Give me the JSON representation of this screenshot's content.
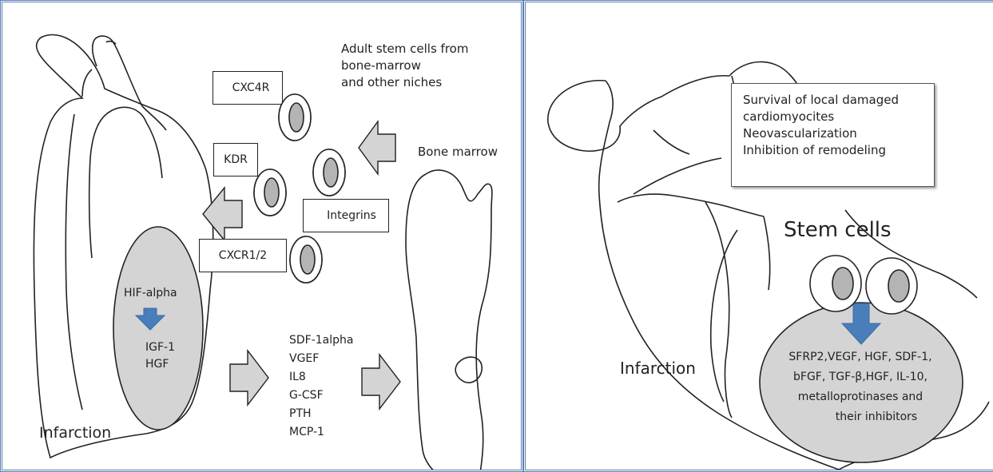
{
  "left_panel": {
    "receptors": {
      "cxc4r": "CXC4R",
      "kdr": "KDR",
      "integrins": "Integrins",
      "cxcr12": "CXCR1/2"
    },
    "adult_stem_cells": [
      "Adult stem cells from",
      "bone-marrow",
      "and other niches"
    ],
    "bone_marrow": "Bone marrow",
    "hif_alpha": "HIF-alpha",
    "infarct_factors": [
      "IGF-1",
      "HGF"
    ],
    "secreted_factors": [
      "SDF-1alpha",
      "VGEF",
      "IL8",
      "G-CSF",
      "PTH",
      "MCP-1"
    ],
    "infarction": "Infarction"
  },
  "right_panel": {
    "effects": [
      "Survival of local damaged",
      "cardiomyocites",
      "Neovascularization",
      "Inhibition of remodeling"
    ],
    "stem_cells": "Stem cells",
    "infarction": "Infarction",
    "paracrine_factors": [
      "SFRP2,VEGF, HGF, SDF-1,",
      "bFGF, TGF-β,HGF, IL-10,",
      "metalloprotinases and",
      "their inhibitors"
    ]
  },
  "colors": {
    "frame": "#5b7fb4",
    "infarct_fill": "#d4d4d4",
    "arrow_gray": "#d4d4d4",
    "arrow_blue": "#4a7ebb",
    "outline": "#222222"
  }
}
